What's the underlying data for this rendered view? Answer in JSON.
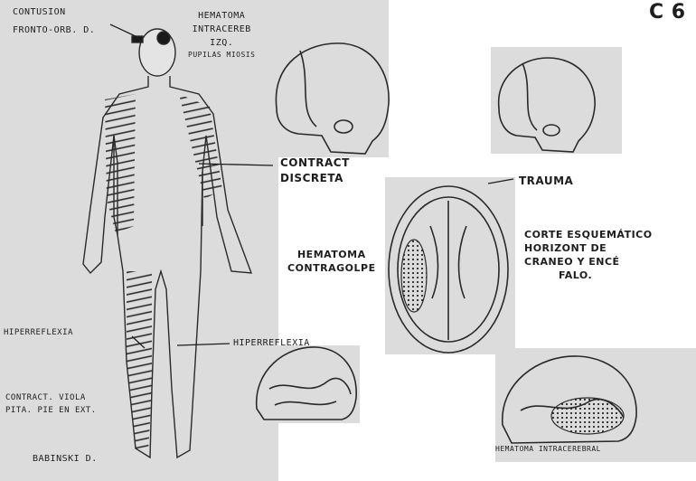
{
  "page_code": "C 6",
  "labels": {
    "contusion_line1": "CONTUSION",
    "contusion_line2": "FRONTO-ORB. D.",
    "hematoma_top_line1": "HEMATOMA",
    "hematoma_top_line2": "INTRACEREB",
    "hematoma_top_line3": "IZQ.",
    "hematoma_top_line4": "PUPILAS MIOSIS",
    "contract_line1": "CONTRACT",
    "contract_line2": "DISCRETA",
    "trauma": "TRAUMA",
    "corte_line1": "CORTE ESQUEMÁTICO",
    "corte_line2": "HORIZONT DE",
    "corte_line3": "CRANEO Y ENCÉ",
    "corte_line4": "FALO.",
    "hematoma_contragolpe_line1": "HEMATOMA",
    "hematoma_contragolpe_line2": "CONTRAGOLPE",
    "hiperreflexia_left": "HIPERREFLEXIA",
    "hiperreflexia_right": "HIPERREFLEXIA",
    "contract_viola_line1": "CONTRACT. VIOLA",
    "contract_viola_line2": "PITA. PIE EN EXT.",
    "babinski": "BABINSKI D.",
    "hematoma_intracerebral": "HEMATOMA INTRACEREBRAL"
  },
  "colors": {
    "ink": "#1e1e1e",
    "panel_grey": "#dcdcdc",
    "paper": "#ffffff"
  }
}
